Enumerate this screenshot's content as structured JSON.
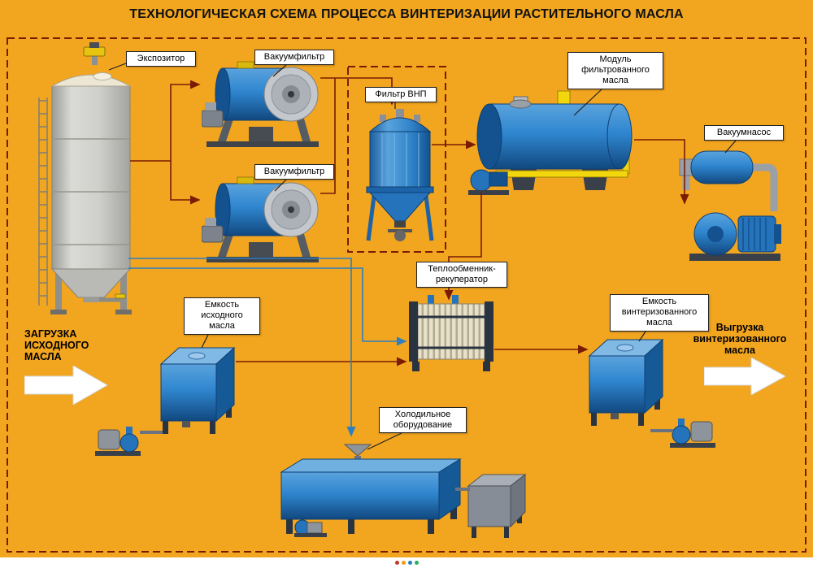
{
  "title": "ТЕХНОЛОГИЧЕСКАЯ СХЕМА ПРОЦЕССА ВИНТЕРИЗАЦИИ РАСТИТЕЛЬНОГО МАСЛА",
  "labels": {
    "expositor": "Экспозитор",
    "vacuum_filter_top": "Вакуумфильтр",
    "vacuum_filter_bottom": "Вакуумфильтр",
    "vnp_filter": "Фильтр ВНП",
    "filtered_oil_module": "Модуль фильтрованного масла",
    "vacuum_pump": "Вакуумнасос",
    "heat_exchanger_recuperator": "Теплообменник-рекуператор",
    "source_oil_tank": "Емкость исходного масла",
    "winterized_oil_tank": "Емкость винтеризованного масла",
    "refrigeration_equipment": "Холодильное оборудование"
  },
  "annotations": {
    "input_flow": "ЗАГРУЗКА ИСХОДНОГО МАСЛА",
    "output_flow": "Выгрузка винтеризованного масла"
  },
  "colors": {
    "background": "#F2A51F",
    "flow_line_oil": "#7A1C04",
    "flow_line_coolant": "#2E7EC1",
    "equipment_blue": "#2473BB",
    "equipment_gray": "#8D949C",
    "accent_yellow": "#F2D70C",
    "label_background": "#FFFFFF"
  }
}
